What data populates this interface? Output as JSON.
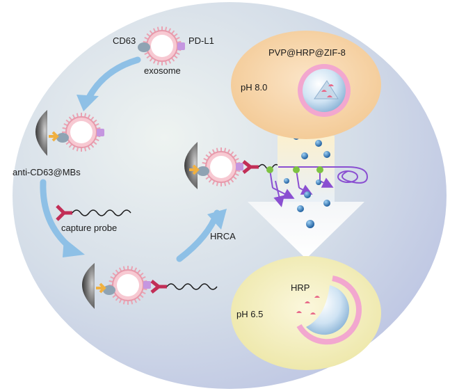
{
  "labels": {
    "cd63": "CD63",
    "pdl1": "PD-L1",
    "exosome": "exosome",
    "anti_cd63_mbs": "anti-CD63@MBs",
    "capture_probe": "capture probe",
    "hrca": "HRCA",
    "pvp_hrp_zif8": "PVP@HRP@ZIF-8",
    "ph_high": "pH 8.0",
    "ph_low": "pH 6.5",
    "hrp": "HRP"
  },
  "colors": {
    "background_light": "#eef3f1",
    "background_dark": "#b9c1e2",
    "vesicle_spike": "#f2b4c0",
    "vesicle_core": "#ffffff",
    "cd63_protein": "#8fa3b3",
    "pdl1_protein": "#c596e0",
    "magnetic_bead": "#5e5e5e",
    "anti_cd63_antibody": "#f0b040",
    "antibody_red": "#c22e57",
    "arrow_blue": "#8ec0e6",
    "ph_high_fill": "#f6d4a6",
    "ph_low_fill": "#f4f0c2",
    "zif_shell": "#f2a7cf",
    "strand_purple": "#8a4fd1",
    "junction_green": "#7dc242",
    "proton_blue": "#2f6fb0"
  }
}
